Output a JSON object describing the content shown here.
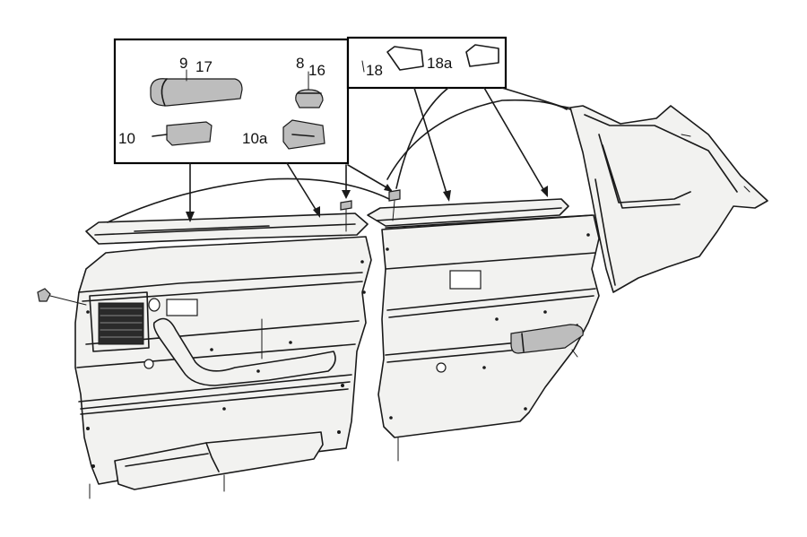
{
  "labels": {
    "l9": "9",
    "l17": "17",
    "l8": "8",
    "l16": "16",
    "l10": "10",
    "l10a": "10a",
    "l18": "18",
    "l18a": "18a"
  }
}
